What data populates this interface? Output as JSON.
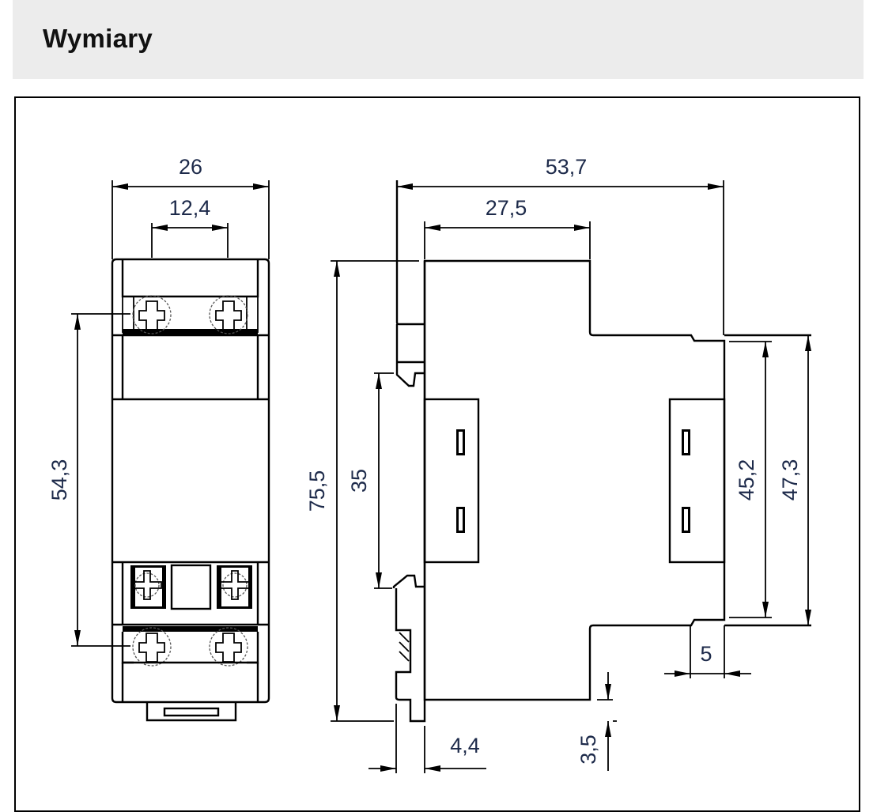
{
  "header": {
    "title": "Wymiary"
  },
  "drawing": {
    "units": "mm",
    "front_view": {
      "width": "26",
      "terminal_spacing": "12,4",
      "terminal_height": "54,3"
    },
    "side_view": {
      "depth": "53,7",
      "front_step": "27,5",
      "overall_height": "75,5",
      "rail": "35",
      "front_height_inner": "45,2",
      "front_height_outer": "47,3",
      "front_offset": "5",
      "clip_thickness": "4,4",
      "base_offset": "3,5"
    },
    "colors": {
      "line": "#000000",
      "text": "#1d2a4a",
      "header_bg": "#ececec"
    }
  }
}
